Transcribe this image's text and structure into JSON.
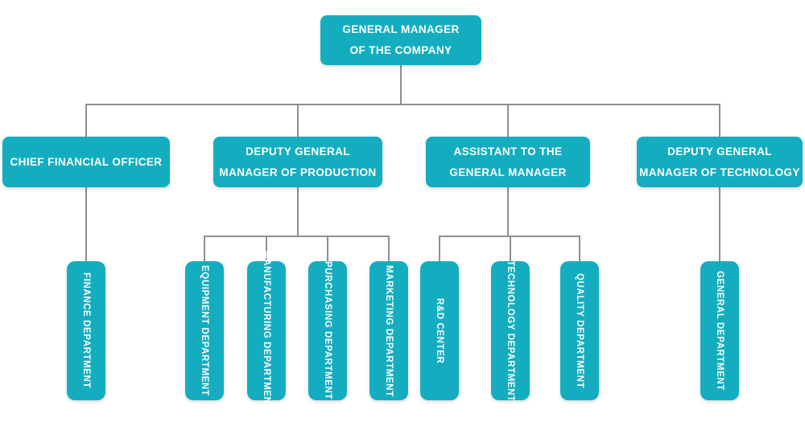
{
  "colors": {
    "node_fill": "#14adc0",
    "node_text": "#ffffff",
    "connector": "#8f8f8f",
    "background": "#ffffff"
  },
  "org": {
    "root": {
      "name": "general-manager",
      "label": "GENERAL MANAGER\nOF THE COMPANY",
      "children": [
        {
          "name": "chief-financial-officer",
          "label": "CHIEF FINANCIAL OFFICER",
          "children": [
            {
              "name": "finance-department",
              "label": "FINANCE DEPARTMENT"
            }
          ]
        },
        {
          "name": "deputy-general-manager-production",
          "label": "DEPUTY GENERAL\nMANAGER OF PRODUCTION",
          "children": [
            {
              "name": "equipment-department",
              "label": "EQUIPMENT DEPARTMENT"
            },
            {
              "name": "manufacturing-department",
              "label": "MANUFACTURING DEPARTMENT"
            },
            {
              "name": "purchasing-department",
              "label": "PURCHASING DEPARTMENT"
            },
            {
              "name": "marketing-department",
              "label": "MARKETING DEPARTMENT"
            }
          ]
        },
        {
          "name": "assistant-to-general-manager",
          "label": "ASSISTANT TO THE\nGENERAL MANAGER",
          "children": [
            {
              "name": "rnd-center",
              "label": "R&D CENTER"
            },
            {
              "name": "technology-department",
              "label": "TECHNOLOGY DEPARTMENT"
            },
            {
              "name": "quality-department",
              "label": "QUALITY DEPARTMENT"
            }
          ]
        },
        {
          "name": "deputy-general-manager-technology",
          "label": "DEPUTY GENERAL\nMANAGER OF TECHNOLOGY",
          "children": [
            {
              "name": "general-department",
              "label": "GENERAL DEPARTMENT"
            }
          ]
        }
      ]
    }
  }
}
